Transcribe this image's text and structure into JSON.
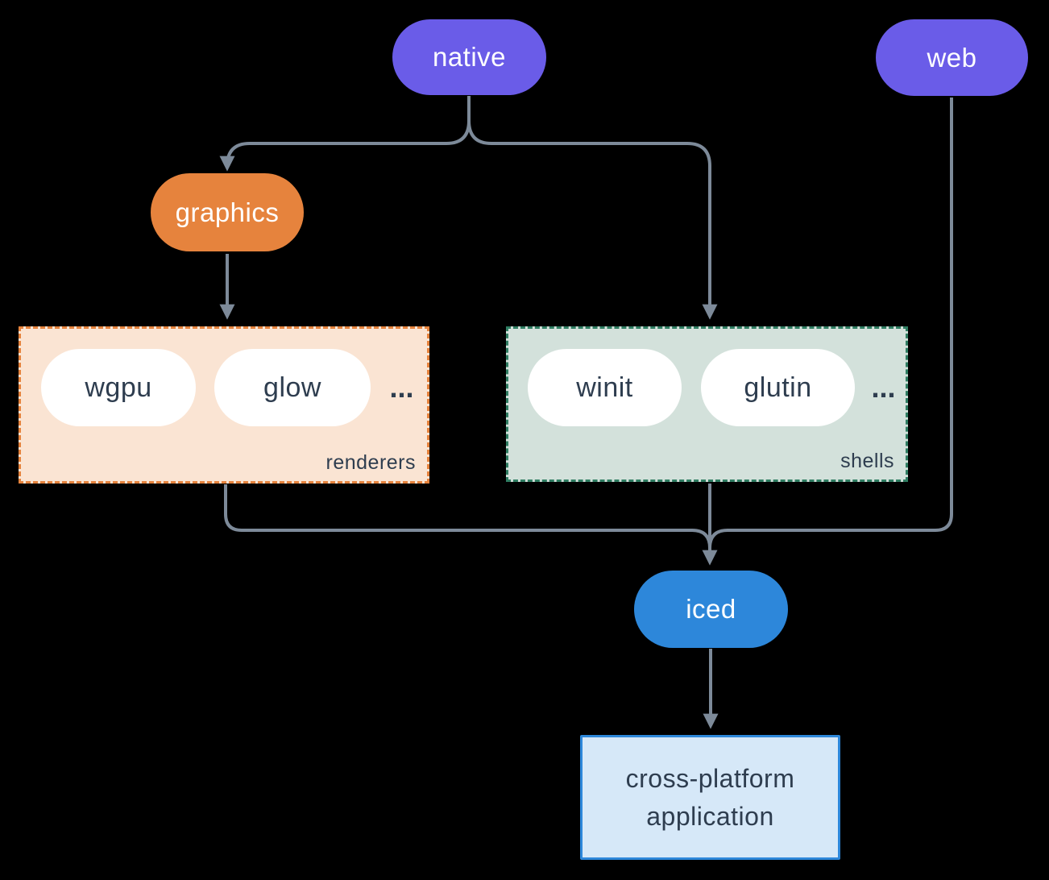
{
  "colors": {
    "bg": "#000000",
    "purple": "#6a5ce8",
    "orange": "#e6833d",
    "blue": "#2d87da",
    "line": "#7d8a99",
    "ink": "#2e3d4f",
    "white": "#ffffff",
    "renderers-bg": "#fae4d3",
    "renderers-border": "#e6833d",
    "shells-bg": "#d3e1db",
    "shells-border": "#2f7d62",
    "app-bg": "#d6e8f8",
    "app-border": "#2d87da"
  },
  "nodes": {
    "native": "native",
    "web": "web",
    "graphics": "graphics",
    "iced": "iced",
    "application": {
      "line1": "cross-platform",
      "line2": "application"
    }
  },
  "groups": {
    "renderers": {
      "label": "renderers",
      "items": [
        "wgpu",
        "glow"
      ],
      "ellipsis": "..."
    },
    "shells": {
      "label": "shells",
      "items": [
        "winit",
        "glutin"
      ],
      "ellipsis": "..."
    }
  }
}
